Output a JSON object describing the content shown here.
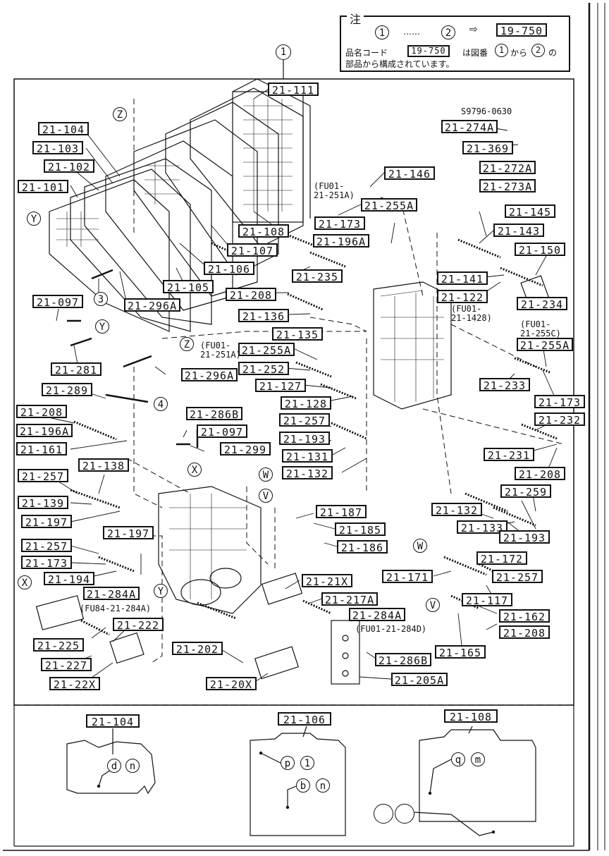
{
  "note": {
    "title": "注",
    "ref_start": "1",
    "ellipsis": "……",
    "ref_end": "2",
    "arrow": "⇨",
    "group_code": "19-750",
    "line2_prefix": "品名コード",
    "line2_code": "19-750",
    "line2_mid": "は図番",
    "line2_ref1": "1",
    "line2_kara": "から",
    "line2_ref2": "2",
    "line2_suffix": "の",
    "line3": "部品から構成されています。"
  },
  "main_ref": "1",
  "free_text": {
    "bolt_code": "S9796-0630",
    "fu01_251a_top": "(FU01-\n21-251A)",
    "fu01_1428": "(FU01-\n21-1428)",
    "fu01_255c": "(FU01-\n21-255C)",
    "fu01_251a_mid": "(FU01-\n21-251A)",
    "fu84_284a": "(FU84-21-284A)",
    "fu01_284d": "(FU01-21-284D)"
  },
  "callouts": {
    "z": "Z",
    "y": "Y",
    "x": "X",
    "w": "W",
    "v": "V",
    "three": "3",
    "four": "4"
  },
  "labels": [
    "21-111",
    "21-104",
    "21-103",
    "21-102",
    "21-101",
    "21-108",
    "21-107",
    "21-106",
    "21-105",
    "21-296A",
    "21-097",
    "21-281",
    "21-289",
    "21-296A",
    "21-255A",
    "21-252",
    "21-127",
    "21-128",
    "21-286B",
    "21-097",
    "21-299",
    "21-257",
    "21-193",
    "21-131",
    "21-132",
    "21-208",
    "21-196A",
    "21-161",
    "21-257",
    "21-138",
    "21-139",
    "21-197",
    "21-197",
    "21-257",
    "21-173",
    "21-194",
    "21-284A",
    "21-225",
    "21-222",
    "21-227",
    "21-22X",
    "21-202",
    "21-20X",
    "21-21X",
    "21-217A",
    "21-284A",
    "21-286B",
    "21-205A",
    "21-187",
    "21-185",
    "21-186",
    "21-146",
    "21-255A",
    "21-173",
    "21-196A",
    "21-235",
    "21-208",
    "21-136",
    "21-135",
    "21-274A",
    "21-369",
    "21-272A",
    "21-273A",
    "21-145",
    "21-143",
    "21-150",
    "21-141",
    "21-122",
    "21-234",
    "21-255A",
    "21-233",
    "21-173",
    "21-232",
    "21-231",
    "21-208",
    "21-259",
    "21-132",
    "21-133",
    "21-193",
    "21-172",
    "21-171",
    "21-257",
    "21-117",
    "21-162",
    "21-208",
    "21-165"
  ],
  "insets": [
    {
      "code": "21-104",
      "marks": [
        "d",
        "n"
      ]
    },
    {
      "code": "21-106",
      "marks": [
        "p",
        "1",
        "b",
        "n"
      ]
    },
    {
      "code": "21-108",
      "marks": [
        "q",
        "m"
      ]
    }
  ]
}
